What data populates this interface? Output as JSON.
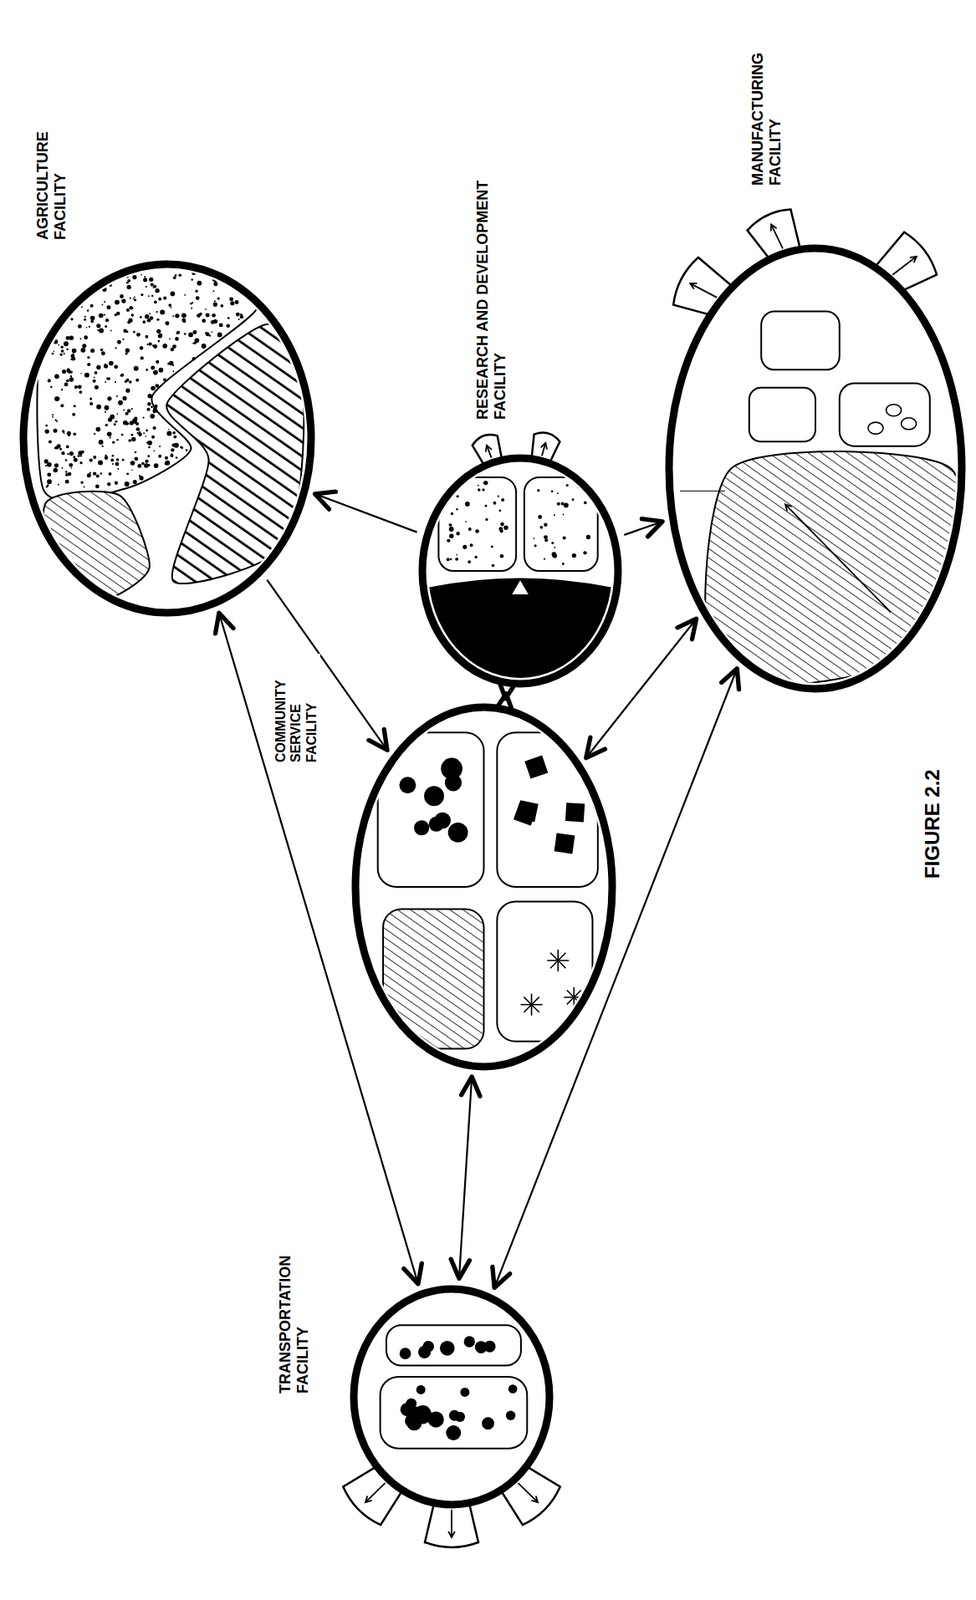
{
  "diagram": {
    "caption": "FIGURE 2.2",
    "nodes": [
      {
        "text": [
          "TRANSPORTATION FACILITY"
        ]
      },
      {
        "text": [
          "COMMUNITY SERVICE FACILITY"
        ]
      },
      {
        "text": [
          "RESEARCH AND DEVELOPMENT FACILITY"
        ]
      },
      {
        "text": [
          "AGRICULTURE FACILITY"
        ]
      },
      {
        "text": [
          "MANUFACTURING FACILITY"
        ]
      }
    ],
    "edges": [
      {
        "from": 2,
        "to": 3,
        "arrow": "to"
      },
      {
        "from": 3,
        "to": 1,
        "arrow": "to"
      },
      {
        "from": 0,
        "to": 3,
        "arrow": "both"
      },
      {
        "from": 0,
        "to": 1,
        "arrow": "both"
      },
      {
        "from": 0,
        "to": 4,
        "arrow": "both"
      },
      {
        "from": 1,
        "to": 2,
        "arrow": "both"
      },
      {
        "from": 1,
        "to": 4,
        "arrow": "both"
      },
      {
        "from": 2,
        "to": 4,
        "arrow": "to"
      }
    ]
  }
}
